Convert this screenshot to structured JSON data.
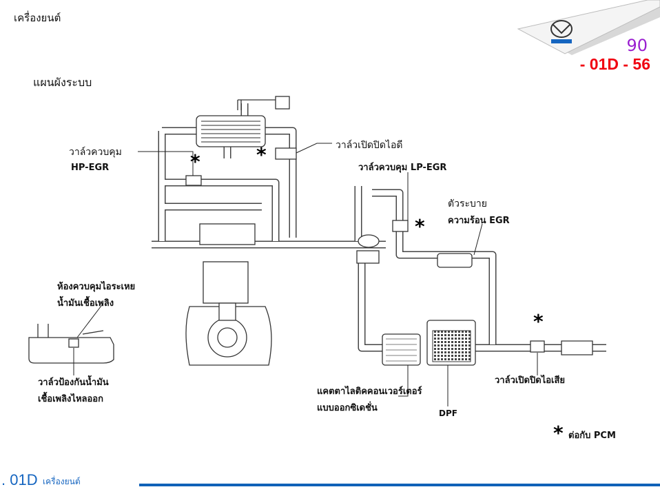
{
  "header": {
    "section_title": "เครื่องยนต์",
    "page_number": "90",
    "page_code": "- 01D - 56",
    "logo_text": "mazda"
  },
  "diagram": {
    "title": "แผนผังระบบ",
    "labels": {
      "hp_egr_1": "วาล์วควบคุม",
      "hp_egr_2": "HP-EGR",
      "intake_shutter": "วาล์วเปิดปิดไอดี",
      "lp_egr": "วาล์วควบคุม LP-EGR",
      "egr_cooler_1": "ตัวระบาย",
      "egr_cooler_2": "ความร้อน EGR",
      "evap_1": "ห้องควบคุมไอระเหย",
      "evap_2": "น้ำมันเชื้อเพลิง",
      "rollover_1": "วาล์วป้องกันน้ำมัน",
      "rollover_2": "เชื้อเพลิงไหลออก",
      "catalyst_1": "แคตตาไลติคคอนเวอร์เตอร์",
      "catalyst_2": "แบบออกซิเดชั่น",
      "dpf": "DPF",
      "exhaust_shutter": "วาล์วเปิดปิดไอเสีย",
      "pcm_note": "ต่อกับ PCM",
      "asterisk": "*"
    }
  },
  "footer": {
    "code": ". 01D",
    "section": "เครื่องยนต์"
  },
  "colors": {
    "page_code": "#f00010",
    "page_number": "#9a1fd0",
    "footer": "#0f62b8"
  }
}
